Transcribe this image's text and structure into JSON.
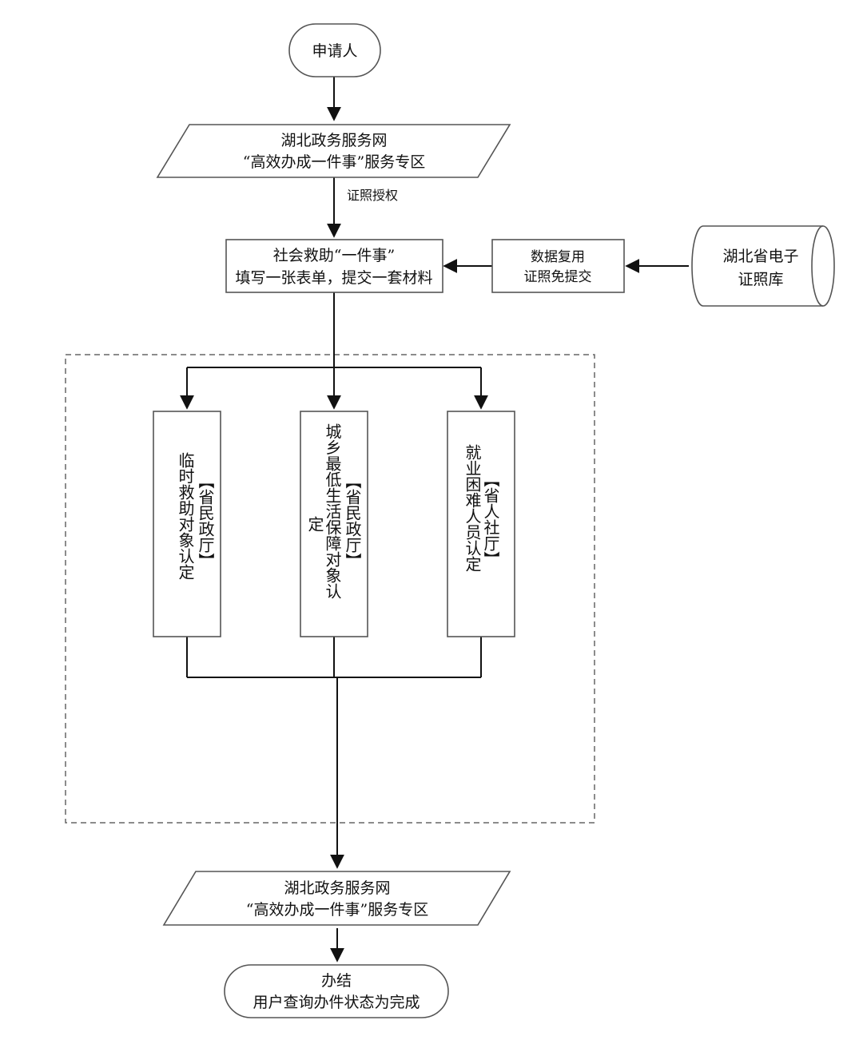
{
  "nodes": {
    "applicant": {
      "label": "申请人"
    },
    "portal_top": {
      "lines": [
        "湖北政务服务网",
        "“高效办成一件事”服务专区"
      ]
    },
    "auth_label": "证照授权",
    "social_aid": {
      "lines": [
        "社会救助“一件事”",
        "填写一张表单，提交一套材料"
      ]
    },
    "data_reuse": {
      "lines": [
        "数据复用",
        "证照免提交"
      ]
    },
    "license_db": {
      "lines": [
        "湖北省电子",
        "证照库"
      ]
    },
    "branch_left": {
      "columns": [
        "【省民政厅】",
        "临时救助对象认定"
      ]
    },
    "branch_middle": {
      "columns": [
        "【省民政厅】",
        "城乡最低生活保障对象认",
        "定"
      ]
    },
    "branch_right": {
      "columns": [
        "【省人社厅】",
        "就业困难人员认定"
      ]
    },
    "portal_bottom": {
      "lines": [
        "湖北政务服务网",
        "“高效办成一件事”服务专区"
      ]
    },
    "finish": {
      "lines": [
        "办结",
        "用户查询办件状态为完成"
      ]
    }
  }
}
